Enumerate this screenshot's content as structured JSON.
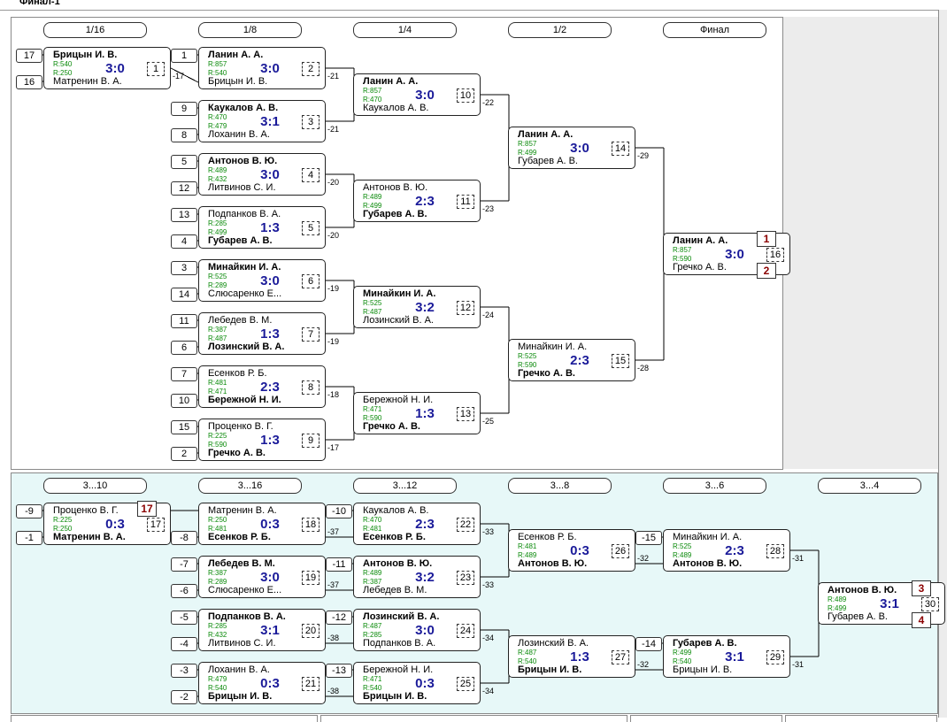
{
  "window_title": "Финал-1",
  "main_rounds": [
    "1/16",
    "1/8",
    "1/4",
    "1/2",
    "Финал"
  ],
  "cons_rounds": [
    "3...10",
    "3...16",
    "3...12",
    "3...8",
    "3...6",
    "3...4"
  ],
  "colors": {
    "score": "#1a1a99",
    "rating": "#0a8a0a",
    "place": "#8b0000",
    "consolation_bg": "#e7f8f8"
  },
  "main_matches": [
    {
      "p1": "Брицын И. В.",
      "p1_bold": true,
      "r1": "R:540",
      "p2": "Матренин В. А.",
      "p2_bold": false,
      "r2": "R:250",
      "score": "3:0",
      "num": "1",
      "seed1": "17",
      "seed2": "16",
      "loser": "-17"
    },
    {
      "p1": "Ланин А. А.",
      "p1_bold": true,
      "r1": "R:857",
      "p2": "Брицын И. В.",
      "p2_bold": false,
      "r2": "R:540",
      "score": "3:0",
      "num": "2",
      "seed1": "1",
      "seed2": "",
      "loser": "-21"
    },
    {
      "p1": "Каукалов А. В.",
      "p1_bold": true,
      "r1": "R:470",
      "p2": "Лоханин В. А.",
      "p2_bold": false,
      "r2": "R:479",
      "score": "3:1",
      "num": "3",
      "seed1": "9",
      "seed2": "8",
      "loser": "-21"
    },
    {
      "p1": "Антонов В. Ю.",
      "p1_bold": true,
      "r1": "R:489",
      "p2": "Литвинов С. И.",
      "p2_bold": false,
      "r2": "R:432",
      "score": "3:0",
      "num": "4",
      "seed1": "5",
      "seed2": "12",
      "loser": "-20"
    },
    {
      "p1": "Подпанков В. А.",
      "p1_bold": false,
      "r1": "R:285",
      "p2": "Губарев А. В.",
      "p2_bold": true,
      "r2": "R:499",
      "score": "1:3",
      "num": "5",
      "seed1": "13",
      "seed2": "4",
      "loser": "-20"
    },
    {
      "p1": "Минайкин И. А.",
      "p1_bold": true,
      "r1": "R:525",
      "p2": "Слюсаренко Е...",
      "p2_bold": false,
      "r2": "R:289",
      "score": "3:0",
      "num": "6",
      "seed1": "3",
      "seed2": "14",
      "loser": "-19"
    },
    {
      "p1": "Лебедев В. М.",
      "p1_bold": false,
      "r1": "R:387",
      "p2": "Лозинский В. А.",
      "p2_bold": true,
      "r2": "R:487",
      "score": "1:3",
      "num": "7",
      "seed1": "11",
      "seed2": "6",
      "loser": "-19"
    },
    {
      "p1": "Есенков Р. Б.",
      "p1_bold": false,
      "r1": "R:481",
      "p2": "Бережной Н. И.",
      "p2_bold": true,
      "r2": "R:471",
      "score": "2:3",
      "num": "8",
      "seed1": "7",
      "seed2": "10",
      "loser": "-18"
    },
    {
      "p1": "Проценко В. Г.",
      "p1_bold": false,
      "r1": "R:225",
      "p2": "Гречко А. В.",
      "p2_bold": true,
      "r2": "R:590",
      "score": "1:3",
      "num": "9",
      "seed1": "15",
      "seed2": "2",
      "loser": "-17"
    },
    {
      "p1": "Ланин А. А.",
      "p1_bold": true,
      "r1": "R:857",
      "p2": "Каукалов А. В.",
      "p2_bold": false,
      "r2": "R:470",
      "score": "3:0",
      "num": "10",
      "seed1": "",
      "seed2": "",
      "loser": "-22"
    },
    {
      "p1": "Антонов В. Ю.",
      "p1_bold": false,
      "r1": "R:489",
      "p2": "Губарев А. В.",
      "p2_bold": true,
      "r2": "R:499",
      "score": "2:3",
      "num": "11",
      "seed1": "",
      "seed2": "",
      "loser": "-23"
    },
    {
      "p1": "Минайкин И. А.",
      "p1_bold": true,
      "r1": "R:525",
      "p2": "Лозинский В. А.",
      "p2_bold": false,
      "r2": "R:487",
      "score": "3:2",
      "num": "12",
      "seed1": "",
      "seed2": "",
      "loser": "-24"
    },
    {
      "p1": "Бережной Н. И.",
      "p1_bold": false,
      "r1": "R:471",
      "p2": "Гречко А. В.",
      "p2_bold": true,
      "r2": "R:590",
      "score": "1:3",
      "num": "13",
      "seed1": "",
      "seed2": "",
      "loser": "-25"
    },
    {
      "p1": "Ланин А. А.",
      "p1_bold": true,
      "r1": "R:857",
      "p2": "Губарев А. В.",
      "p2_bold": false,
      "r2": "R:499",
      "score": "3:0",
      "num": "14",
      "seed1": "",
      "seed2": "",
      "loser": "-29"
    },
    {
      "p1": "Минайкин И. А.",
      "p1_bold": false,
      "r1": "R:525",
      "p2": "Гречко А. В.",
      "p2_bold": true,
      "r2": "R:590",
      "score": "2:3",
      "num": "15",
      "seed1": "",
      "seed2": "",
      "loser": "-28"
    },
    {
      "p1": "Ланин А. А.",
      "p1_bold": true,
      "r1": "R:857",
      "p2": "Гречко А. В.",
      "p2_bold": false,
      "r2": "R:590",
      "score": "3:0",
      "num": "16",
      "seed1": "",
      "seed2": "",
      "loser": "",
      "place1": "1",
      "place2": "2"
    }
  ],
  "cons_matches": [
    {
      "p1": "Проценко В. Г.",
      "p1_bold": false,
      "r1": "R:225",
      "p2": "Матренин В. А.",
      "p2_bold": true,
      "r2": "R:250",
      "score": "0:3",
      "num": "17",
      "seed1": "-9",
      "seed2": "-1",
      "loser": "",
      "place1": "17"
    },
    {
      "p1": "Матренин В. А.",
      "p1_bold": false,
      "r1": "R:250",
      "p2": "Есенков Р. Б.",
      "p2_bold": true,
      "r2": "R:481",
      "score": "0:3",
      "num": "18",
      "seed1": "",
      "seed2": "-8",
      "loser": "-37"
    },
    {
      "p1": "Лебедев В. М.",
      "p1_bold": true,
      "r1": "R:387",
      "p2": "Слюсаренко Е...",
      "p2_bold": false,
      "r2": "R:289",
      "score": "3:0",
      "num": "19",
      "seed1": "-7",
      "seed2": "-6",
      "loser": "-37"
    },
    {
      "p1": "Подпанков В. А.",
      "p1_bold": true,
      "r1": "R:285",
      "p2": "Литвинов С. И.",
      "p2_bold": false,
      "r2": "R:432",
      "score": "3:1",
      "num": "20",
      "seed1": "-5",
      "seed2": "-4",
      "loser": "-38"
    },
    {
      "p1": "Лоханин В. А.",
      "p1_bold": false,
      "r1": "R:479",
      "p2": "Брицын И. В.",
      "p2_bold": true,
      "r2": "R:540",
      "score": "0:3",
      "num": "21",
      "seed1": "-3",
      "seed2": "-2",
      "loser": "-38"
    },
    {
      "p1": "Каукалов А. В.",
      "p1_bold": false,
      "r1": "R:470",
      "p2": "Есенков Р. Б.",
      "p2_bold": true,
      "r2": "R:481",
      "score": "2:3",
      "num": "22",
      "seed1": "-10",
      "seed2": "",
      "loser": "-33"
    },
    {
      "p1": "Антонов В. Ю.",
      "p1_bold": true,
      "r1": "R:489",
      "p2": "Лебедев В. М.",
      "p2_bold": false,
      "r2": "R:387",
      "score": "3:2",
      "num": "23",
      "seed1": "-11",
      "seed2": "",
      "loser": "-33"
    },
    {
      "p1": "Лозинский В. А.",
      "p1_bold": true,
      "r1": "R:487",
      "p2": "Подпанков В. А.",
      "p2_bold": false,
      "r2": "R:285",
      "score": "3:0",
      "num": "24",
      "seed1": "-12",
      "seed2": "",
      "loser": "-34"
    },
    {
      "p1": "Бережной Н. И.",
      "p1_bold": false,
      "r1": "R:471",
      "p2": "Брицын И. В.",
      "p2_bold": true,
      "r2": "R:540",
      "score": "0:3",
      "num": "25",
      "seed1": "-13",
      "seed2": "",
      "loser": "-34"
    },
    {
      "p1": "Есенков Р. Б.",
      "p1_bold": false,
      "r1": "R:481",
      "p2": "Антонов В. Ю.",
      "p2_bold": true,
      "r2": "R:489",
      "score": "0:3",
      "num": "26",
      "seed1": "",
      "seed2": "",
      "loser": "-32"
    },
    {
      "p1": "Лозинский В. А.",
      "p1_bold": false,
      "r1": "R:487",
      "p2": "Брицын И. В.",
      "p2_bold": true,
      "r2": "R:540",
      "score": "1:3",
      "num": "27",
      "seed1": "",
      "seed2": "",
      "loser": "-32"
    },
    {
      "p1": "Минайкин И. А.",
      "p1_bold": false,
      "r1": "R:525",
      "p2": "Антонов В. Ю.",
      "p2_bold": true,
      "r2": "R:489",
      "score": "2:3",
      "num": "28",
      "seed1": "-15",
      "seed2": "",
      "loser": "-31"
    },
    {
      "p1": "Губарев А. В.",
      "p1_bold": true,
      "r1": "R:499",
      "p2": "Брицын И. В.",
      "p2_bold": false,
      "r2": "R:540",
      "score": "3:1",
      "num": "29",
      "seed1": "-14",
      "seed2": "",
      "loser": "-31"
    },
    {
      "p1": "Антонов В. Ю.",
      "p1_bold": true,
      "r1": "R:489",
      "p2": "Губарев А. В.",
      "p2_bold": false,
      "r2": "R:499",
      "score": "3:1",
      "num": "30",
      "seed1": "",
      "seed2": "",
      "loser": "",
      "place1": "3",
      "place2": "4"
    }
  ]
}
